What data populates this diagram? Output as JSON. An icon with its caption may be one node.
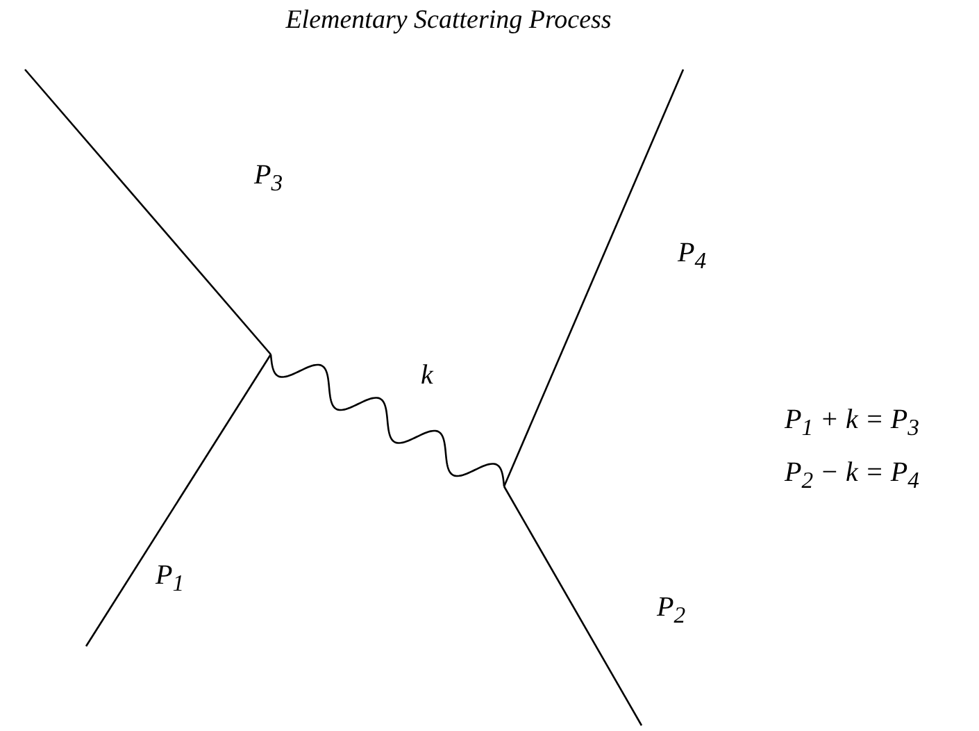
{
  "diagram": {
    "title": "Elementary Scattering Process",
    "labels": [
      "P$_{3}$",
      "P$_{4}$",
      "k",
      "P$_{1}$",
      "P$_{2}$",
      "P$_{1}$ + k = P$_{3}$",
      "P$_{2}$ − k = P$_{4}$"
    ]
  }
}
